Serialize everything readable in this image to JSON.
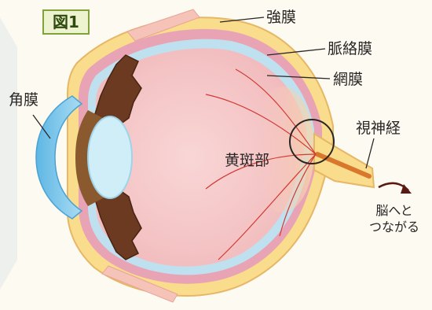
{
  "figure": {
    "tag": "図1"
  },
  "labels": {
    "sclera": "強膜",
    "choroid": "脈絡膜",
    "retina": "網膜",
    "cornea": "角膜",
    "optic_nerve": "視神経",
    "macula": "黄斑部",
    "to_brain_line1": "脳へと",
    "to_brain_line2": "つながる"
  },
  "colors": {
    "background": "#fcfaf1",
    "sclera": "#f9dc8c",
    "choroid": "#e8a4b4",
    "retina": "#bfe0ef",
    "vitreous": "#f7c8c6",
    "cornea": "#7ec8ea",
    "lens": "#cfeef8",
    "iris": "#6b3a20",
    "vessel": "#d23a34",
    "tag_border": "#7fa33a",
    "tag_fill": "#eef3cf"
  }
}
